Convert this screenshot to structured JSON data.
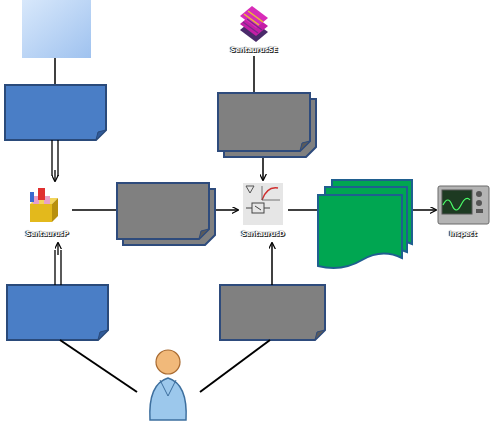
{
  "diagram": {
    "nodes": [
      {
        "text": [
          "SentaurusSE"
        ]
      },
      {
        "text": [
          "SentaurusP"
        ]
      },
      {
        "text": [
          "SentaurusD"
        ]
      },
      {
        "text": [
          "Inspect"
        ]
      }
    ],
    "edges": [
      {
        "from": 0,
        "to": 2,
        "arrow": "to"
      },
      {
        "from": 1,
        "to": 2,
        "arrow": "to"
      },
      {
        "from": 2,
        "to": 3,
        "arrow": "to"
      }
    ]
  }
}
